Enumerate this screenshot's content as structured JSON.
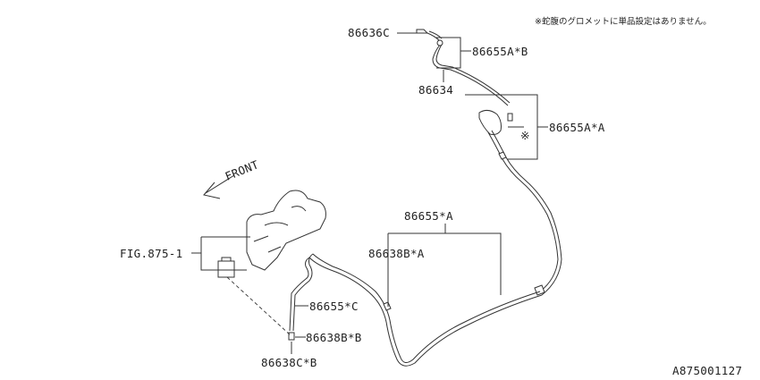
{
  "note": "※蛇腹のグロメットに単品設定はありません。",
  "diagram_id": "A875001127",
  "front_label": "FRONT",
  "ref_mark": "※",
  "labels": {
    "p86636c": "86636C",
    "p86655ab": "86655A*B",
    "p86634": "86634",
    "p86655aa_r": "86655A*A",
    "p86655aa": "86655*A",
    "p86638ba": "86638B*A",
    "fig875": "FIG.875-1",
    "p86655c": "86655*C",
    "p86638bb": "86638B*B",
    "p86638cb": "86638C*B"
  }
}
